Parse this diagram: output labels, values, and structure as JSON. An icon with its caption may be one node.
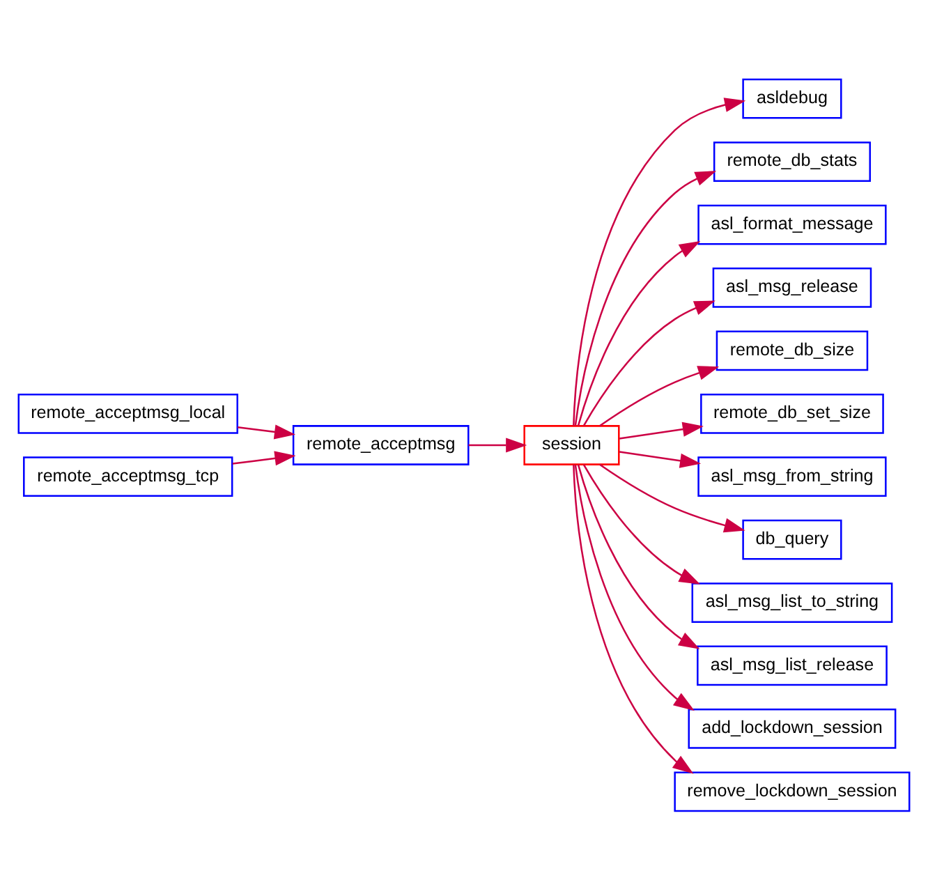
{
  "diagram": {
    "nodes": [
      {
        "text": [
          "remote_acceptmsg_local"
        ]
      },
      {
        "text": [
          "remote_acceptmsg_tcp"
        ]
      },
      {
        "text": [
          "remote_acceptmsg"
        ]
      },
      {
        "text": [
          "session"
        ]
      },
      {
        "text": [
          "asldebug"
        ]
      },
      {
        "text": [
          "remote_db_stats"
        ]
      },
      {
        "text": [
          "asl_format_message"
        ]
      },
      {
        "text": [
          "asl_msg_release"
        ]
      },
      {
        "text": [
          "remote_db_size"
        ]
      },
      {
        "text": [
          "remote_db_set_size"
        ]
      },
      {
        "text": [
          "asl_msg_from_string"
        ]
      },
      {
        "text": [
          "db_query"
        ]
      },
      {
        "text": [
          "asl_msg_list_to_string"
        ]
      },
      {
        "text": [
          "asl_msg_list_release"
        ]
      },
      {
        "text": [
          "add_lockdown_session"
        ]
      },
      {
        "text": [
          "remove_lockdown_session"
        ]
      }
    ],
    "edges": [
      {
        "from": 0,
        "to": 2,
        "arrow": "to"
      },
      {
        "from": 1,
        "to": 2,
        "arrow": "to"
      },
      {
        "from": 2,
        "to": 3,
        "arrow": "to"
      },
      {
        "from": 3,
        "to": 4,
        "arrow": "to"
      },
      {
        "from": 3,
        "to": 5,
        "arrow": "to"
      },
      {
        "from": 3,
        "to": 6,
        "arrow": "to"
      },
      {
        "from": 3,
        "to": 7,
        "arrow": "to"
      },
      {
        "from": 3,
        "to": 8,
        "arrow": "to"
      },
      {
        "from": 3,
        "to": 9,
        "arrow": "to"
      },
      {
        "from": 3,
        "to": 10,
        "arrow": "to"
      },
      {
        "from": 3,
        "to": 11,
        "arrow": "to"
      },
      {
        "from": 3,
        "to": 12,
        "arrow": "to"
      },
      {
        "from": 3,
        "to": 13,
        "arrow": "to"
      },
      {
        "from": 3,
        "to": 14,
        "arrow": "to"
      },
      {
        "from": 3,
        "to": 15,
        "arrow": "to"
      }
    ]
  }
}
